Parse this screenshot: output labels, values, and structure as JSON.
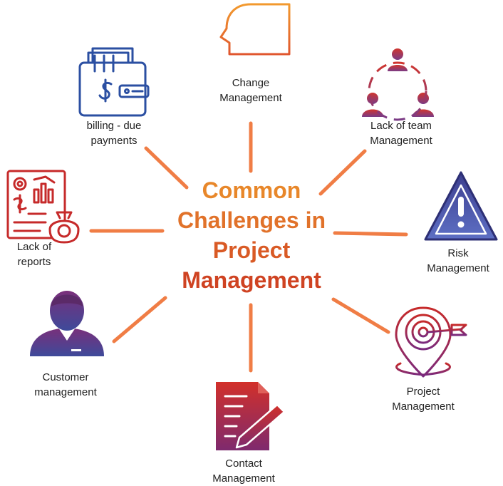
{
  "title": {
    "lines": [
      "Common",
      "Challenges in",
      "Project",
      "Management"
    ]
  },
  "items": [
    {
      "line1": "Change",
      "line2": "Management",
      "icon": "head-profile-icon"
    },
    {
      "line1": "Lack of team",
      "line2": "Management",
      "icon": "team-icon"
    },
    {
      "line1": "Risk",
      "line2": "Management",
      "icon": "warning-triangle-icon"
    },
    {
      "line1": "Project",
      "line2": "Management",
      "icon": "target-pin-icon"
    },
    {
      "line1": "Contact",
      "line2": "Management",
      "icon": "document-pen-icon"
    },
    {
      "line1": "Customer",
      "line2": "management",
      "icon": "customer-icon"
    },
    {
      "line1": "Lack of",
      "line2": "reports",
      "icon": "report-icon"
    },
    {
      "line1": "billing - due",
      "line2": "payments",
      "icon": "wallet-icon"
    }
  ],
  "colors": {
    "connector": "#f07d45",
    "orange": "#f08a2c",
    "red": "#c62a2a",
    "purple": "#6a3d8f",
    "navy": "#3b4a8c",
    "blue": "#2b4fa2"
  }
}
